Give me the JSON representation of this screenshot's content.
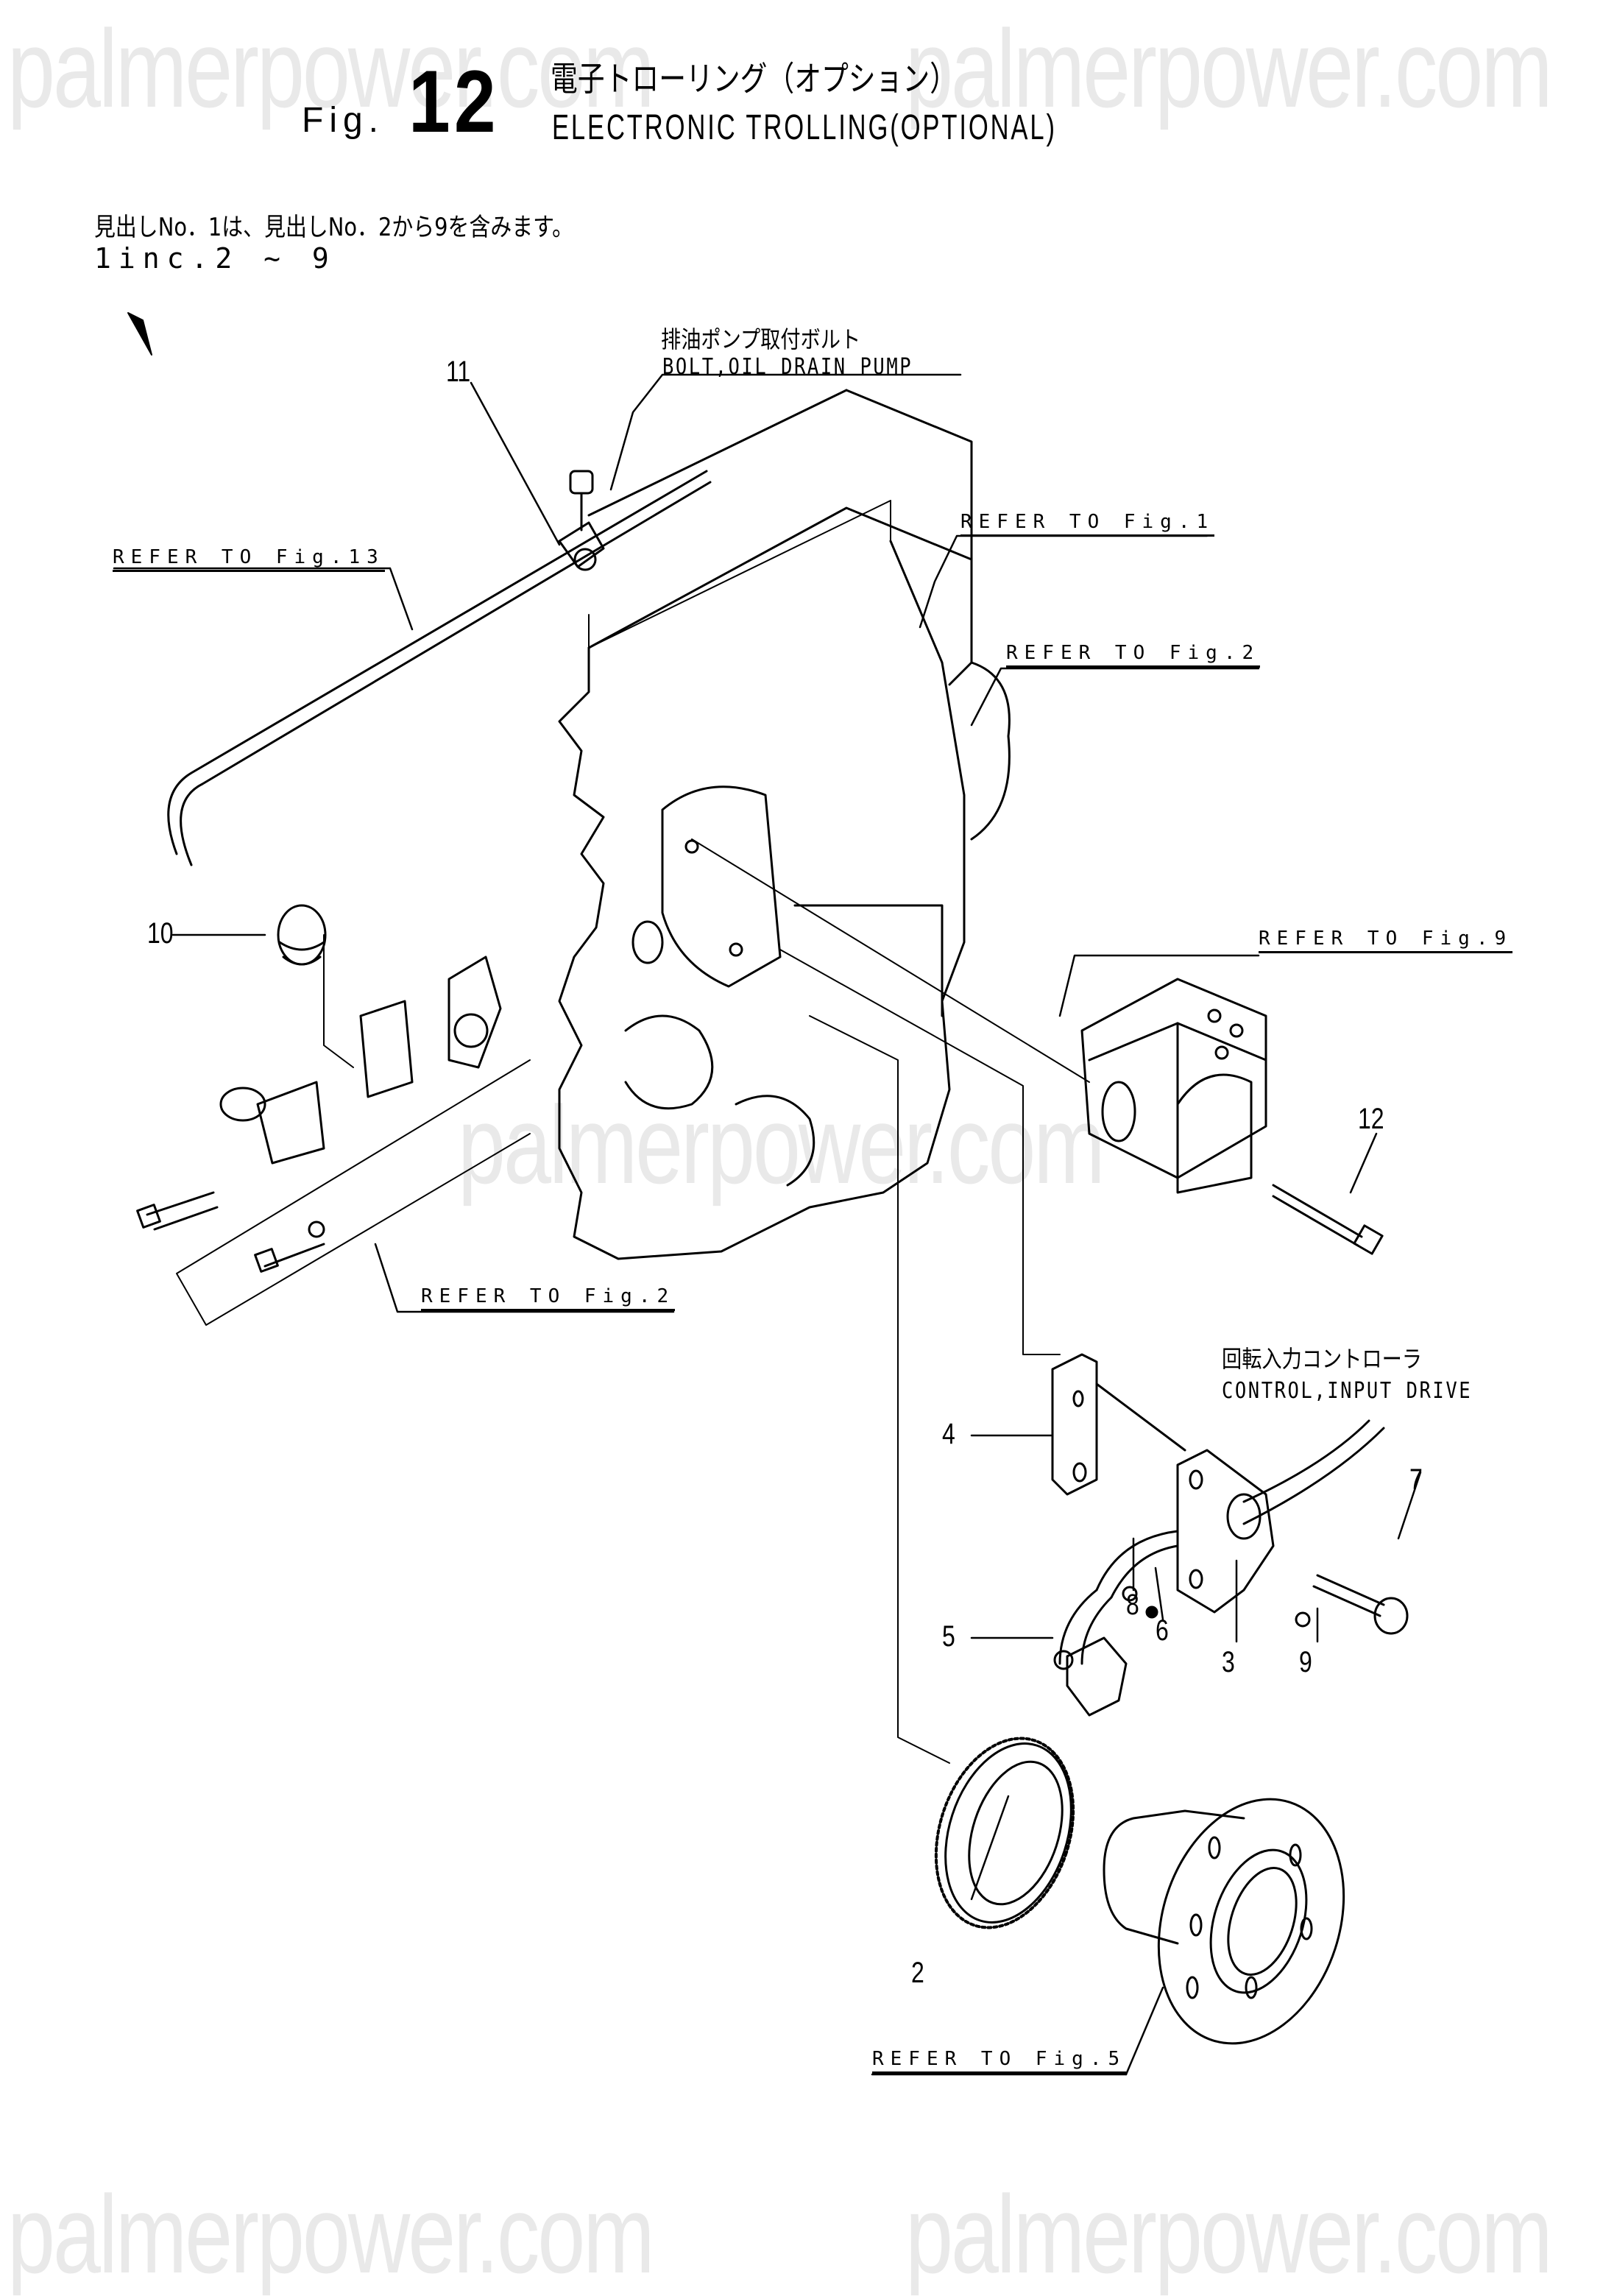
{
  "watermark": "palmerpower.com",
  "header": {
    "fig_prefix": "Fig.",
    "fig_number": "12",
    "title_jp": "電子トローリング（オプション）",
    "title_en": "ELECTRONIC TROLLING(OPTIONAL)"
  },
  "note": {
    "jp": "見出しNo．1は、見出しNo．2から9を含みます。",
    "en": "1inc.2 ~ 9"
  },
  "callouts": {
    "bolt_oil_drain_pump_jp": "排油ポンプ取付ボルト",
    "bolt_oil_drain_pump_en": "BOLT,OIL DRAIN PUMP",
    "control_input_drive_jp": "回転入力コントローラ",
    "control_input_drive_en": "CONTROL,INPUT DRIVE"
  },
  "references": [
    {
      "id": "ref-fig1",
      "label": "REFER TO Fig.1"
    },
    {
      "id": "ref-fig2-upper",
      "label": "REFER TO Fig.2"
    },
    {
      "id": "ref-fig13",
      "label": "REFER TO Fig.13"
    },
    {
      "id": "ref-fig9",
      "label": "REFER TO Fig.9"
    },
    {
      "id": "ref-fig2-lower",
      "label": "REFER TO Fig.2"
    },
    {
      "id": "ref-fig5",
      "label": "REFER TO Fig.5"
    }
  ],
  "part_numbers": [
    "2",
    "3",
    "4",
    "5",
    "6",
    "7",
    "8",
    "9",
    "10",
    "11",
    "12"
  ]
}
